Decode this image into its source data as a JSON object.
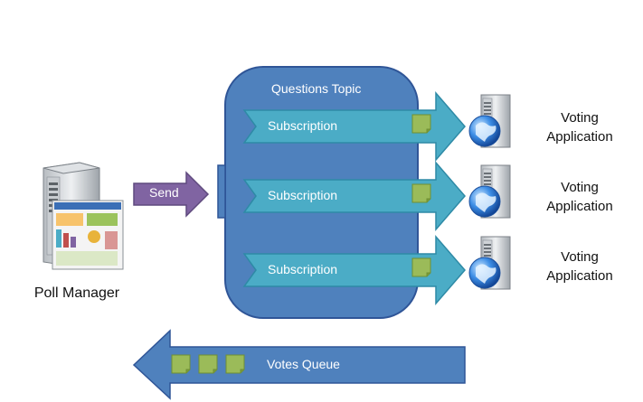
{
  "diagram": {
    "poll_manager": {
      "label": "Poll Manager"
    },
    "send": {
      "label": "Send"
    },
    "topic": {
      "title": "Questions Topic"
    },
    "subscriptions": [
      {
        "label": "Subscription",
        "consumer": "Voting Application"
      },
      {
        "label": "Subscription",
        "consumer": "Voting Application"
      },
      {
        "label": "Subscription",
        "consumer": "Voting Application"
      }
    ],
    "votes_queue": {
      "label": "Votes Queue"
    }
  },
  "colors": {
    "topic_fill": "#4f81bd",
    "topic_border": "#2f5597",
    "subscription_fill": "#4bacc6",
    "send_fill": "#8064a2",
    "message_fill": "#9bbb59"
  },
  "icons": {
    "server": "server-with-screen-icon",
    "globe_server": "globe-server-icon",
    "message": "message-icon"
  }
}
